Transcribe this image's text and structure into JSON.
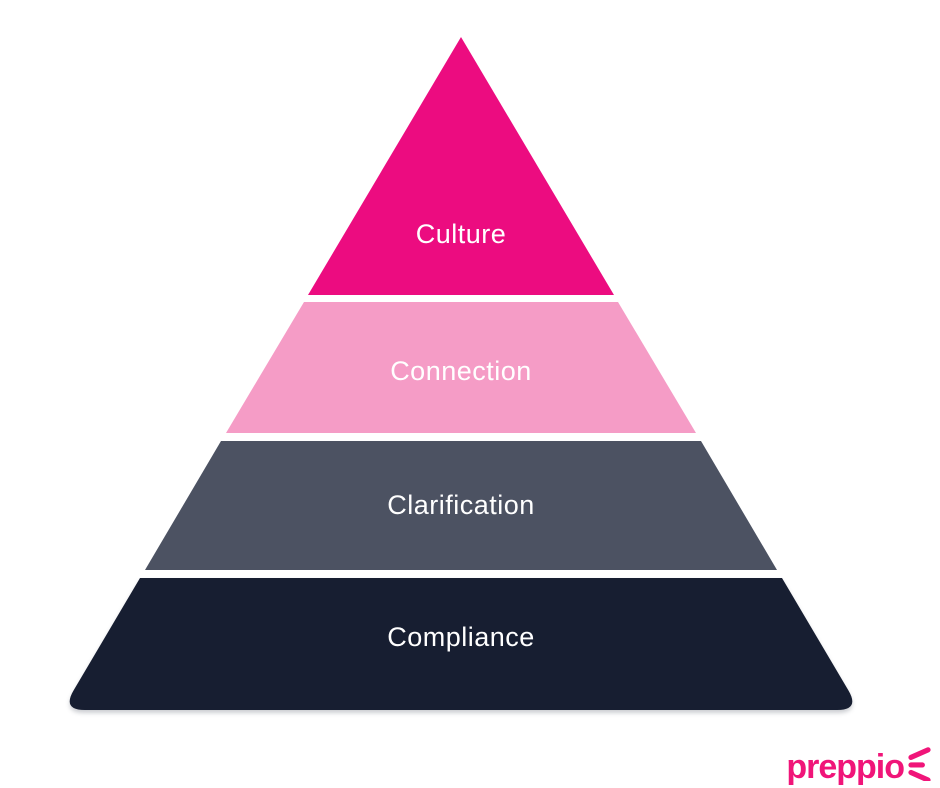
{
  "page": {
    "background": "#FFFFFF"
  },
  "diagram": {
    "type": "pyramid",
    "label_color": "#FFFFFF",
    "layers": [
      {
        "label": "Culture",
        "color": "#EC0C80"
      },
      {
        "label": "Connection",
        "color": "#F59CC6"
      },
      {
        "label": "Clarification",
        "color": "#4C5262"
      },
      {
        "label": "Compliance",
        "color": "#171E31"
      }
    ]
  },
  "logo": {
    "text": "preppio",
    "color": "#F01579",
    "icon": "spark-rays-icon"
  }
}
